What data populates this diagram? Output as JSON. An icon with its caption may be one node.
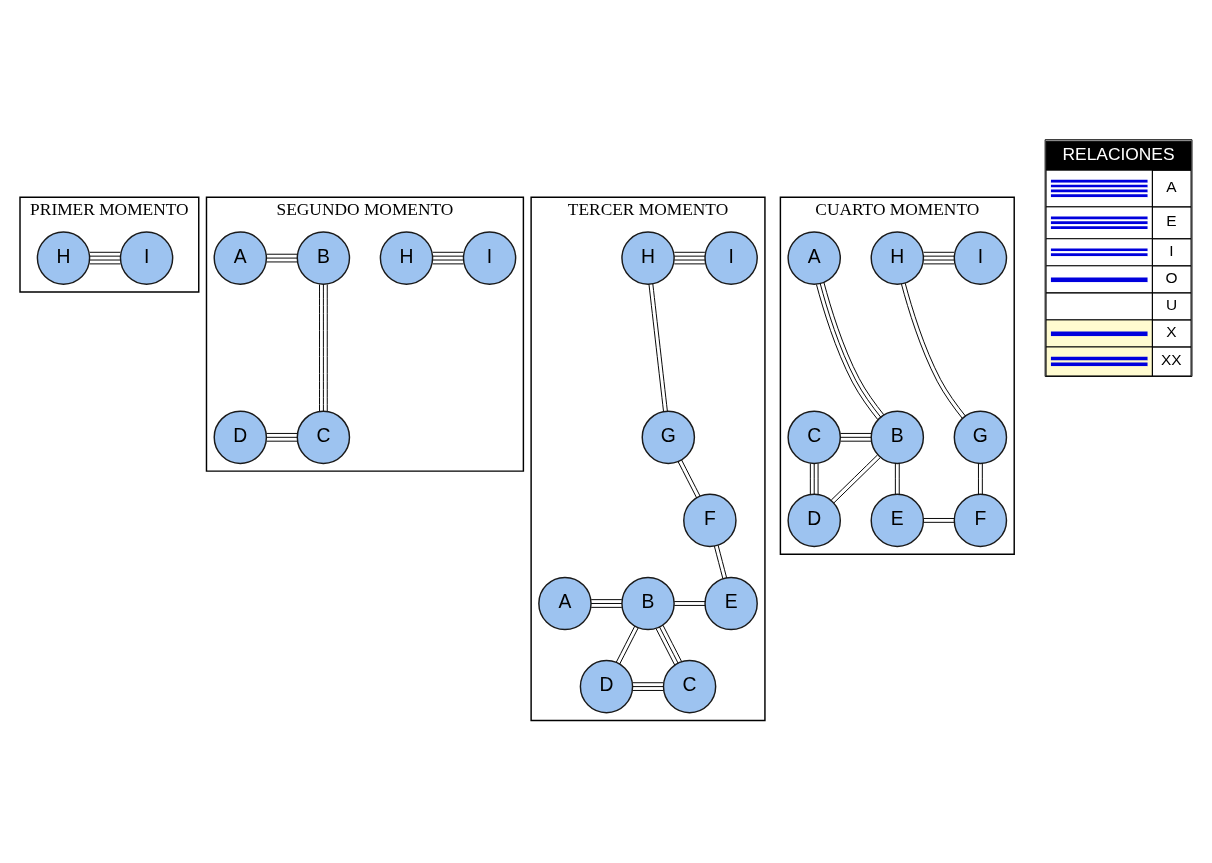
{
  "diagram": {
    "nodes": [
      {
        "text": [
          "PRIMER MOMENTO"
        ]
      },
      {
        "text": [
          "H"
        ],
        "in": 0
      },
      {
        "text": [
          "I"
        ],
        "in": 0
      },
      {
        "text": [
          "SEGUNDO MOMENTO"
        ]
      },
      {
        "text": [
          "H"
        ],
        "in": 3
      },
      {
        "text": [
          "I"
        ],
        "in": 3
      },
      {
        "text": [
          "A"
        ],
        "in": 3
      },
      {
        "text": [
          "B"
        ],
        "in": 3
      },
      {
        "text": [
          "D"
        ],
        "in": 3
      },
      {
        "text": [
          "C"
        ],
        "in": 3
      },
      {
        "text": [
          "TERCER MOMENTO"
        ]
      },
      {
        "text": [
          "G"
        ],
        "in": 10
      },
      {
        "text": [
          "H"
        ],
        "in": 10
      },
      {
        "text": [
          "I"
        ],
        "in": 10
      },
      {
        "text": [
          "F"
        ],
        "in": 10
      },
      {
        "text": [
          "A"
        ],
        "in": 10
      },
      {
        "text": [
          "B"
        ],
        "in": 10
      },
      {
        "text": [
          "E"
        ],
        "in": 10
      },
      {
        "text": [
          "D"
        ],
        "in": 10
      },
      {
        "text": [
          "C"
        ],
        "in": 10
      },
      {
        "text": [
          "CUARTO MOMENTO"
        ]
      },
      {
        "text": [
          "A"
        ],
        "in": 20
      },
      {
        "text": [
          "H"
        ],
        "in": 20
      },
      {
        "text": [
          "I"
        ],
        "in": 20
      },
      {
        "text": [
          "C"
        ],
        "in": 20
      },
      {
        "text": [
          "B"
        ],
        "in": 20
      },
      {
        "text": [
          "G"
        ],
        "in": 20
      },
      {
        "text": [
          "D"
        ],
        "in": 20
      },
      {
        "text": [
          "E"
        ],
        "in": 20
      },
      {
        "text": [
          "F"
        ],
        "in": 20
      }
    ],
    "edges": [
      {
        "from": 1,
        "to": 2,
        "arrow": "none"
      },
      {
        "from": 4,
        "to": 5,
        "arrow": "none"
      },
      {
        "from": 6,
        "to": 7,
        "arrow": "none"
      },
      {
        "from": 7,
        "to": 9,
        "arrow": "none"
      },
      {
        "from": 8,
        "to": 9,
        "arrow": "none"
      },
      {
        "from": 12,
        "to": 11,
        "arrow": "none"
      },
      {
        "from": 11,
        "to": 14,
        "arrow": "none"
      },
      {
        "from": 12,
        "to": 13,
        "arrow": "none"
      },
      {
        "from": 14,
        "to": 17,
        "arrow": "none"
      },
      {
        "from": 15,
        "to": 16,
        "arrow": "none"
      },
      {
        "from": 16,
        "to": 17,
        "arrow": "none"
      },
      {
        "from": 16,
        "to": 18,
        "arrow": "none"
      },
      {
        "from": 16,
        "to": 19,
        "arrow": "none"
      },
      {
        "from": 18,
        "to": 19,
        "arrow": "none"
      },
      {
        "from": 21,
        "to": 25,
        "arrow": "none"
      },
      {
        "from": 22,
        "to": 23,
        "arrow": "none"
      },
      {
        "from": 22,
        "to": 26,
        "arrow": "none"
      },
      {
        "from": 24,
        "to": 25,
        "arrow": "none"
      },
      {
        "from": 25,
        "to": 27,
        "arrow": "none"
      },
      {
        "from": 24,
        "to": 27,
        "arrow": "none"
      },
      {
        "from": 25,
        "to": 28,
        "arrow": "none"
      },
      {
        "from": 26,
        "to": 29,
        "arrow": "none"
      },
      {
        "from": 28,
        "to": 29,
        "arrow": "none"
      }
    ],
    "labels": [
      "RELACIONES"
    ],
    "legend": [
      {
        "text": "A"
      },
      {
        "text": "E"
      },
      {
        "text": "I"
      },
      {
        "text": "O"
      },
      {
        "text": "U"
      },
      {
        "text": "X"
      },
      {
        "text": "XX"
      }
    ]
  }
}
